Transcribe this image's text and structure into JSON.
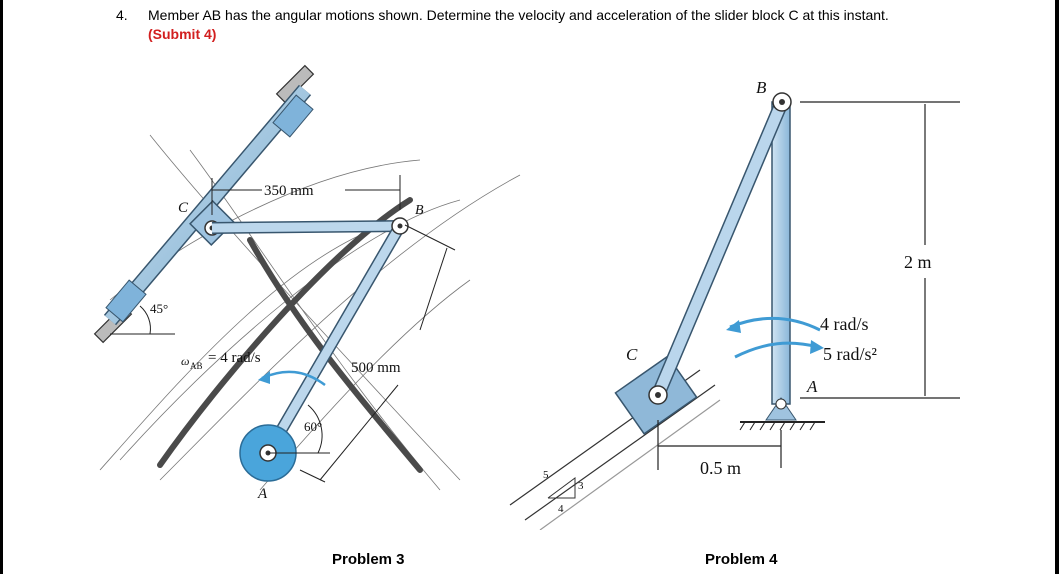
{
  "question": {
    "number": "4.",
    "text": "Member AB has the angular motions shown. Determine the velocity and acceleration of the slider block C at this instant.",
    "submit_note": "(Submit 4)"
  },
  "problem3": {
    "caption": "Problem 3",
    "labels": {
      "dim_cb": "350 mm",
      "dim_ab": "500 mm",
      "angle_45": "45°",
      "angle_60": "60°",
      "omega": "ω",
      "omega_sub": "AB",
      "omega_val": "= 4 rad/s",
      "point_a": "A",
      "point_b": "B",
      "point_c": "C"
    }
  },
  "problem4": {
    "caption": "Problem 4",
    "labels": {
      "point_a": "A",
      "point_b": "B",
      "point_c": "C",
      "height": "2 m",
      "base": "0.5 m",
      "omega": "4 rad/s",
      "alpha": "5 rad/s²",
      "slope_h": "5",
      "slope_v": "3",
      "slope_b": "4"
    }
  },
  "colors": {
    "member_fill": "#a9cbe4",
    "member_stroke": "#38566e",
    "accent_blue": "#3f9bd4",
    "submit_red": "#d21f1f"
  }
}
